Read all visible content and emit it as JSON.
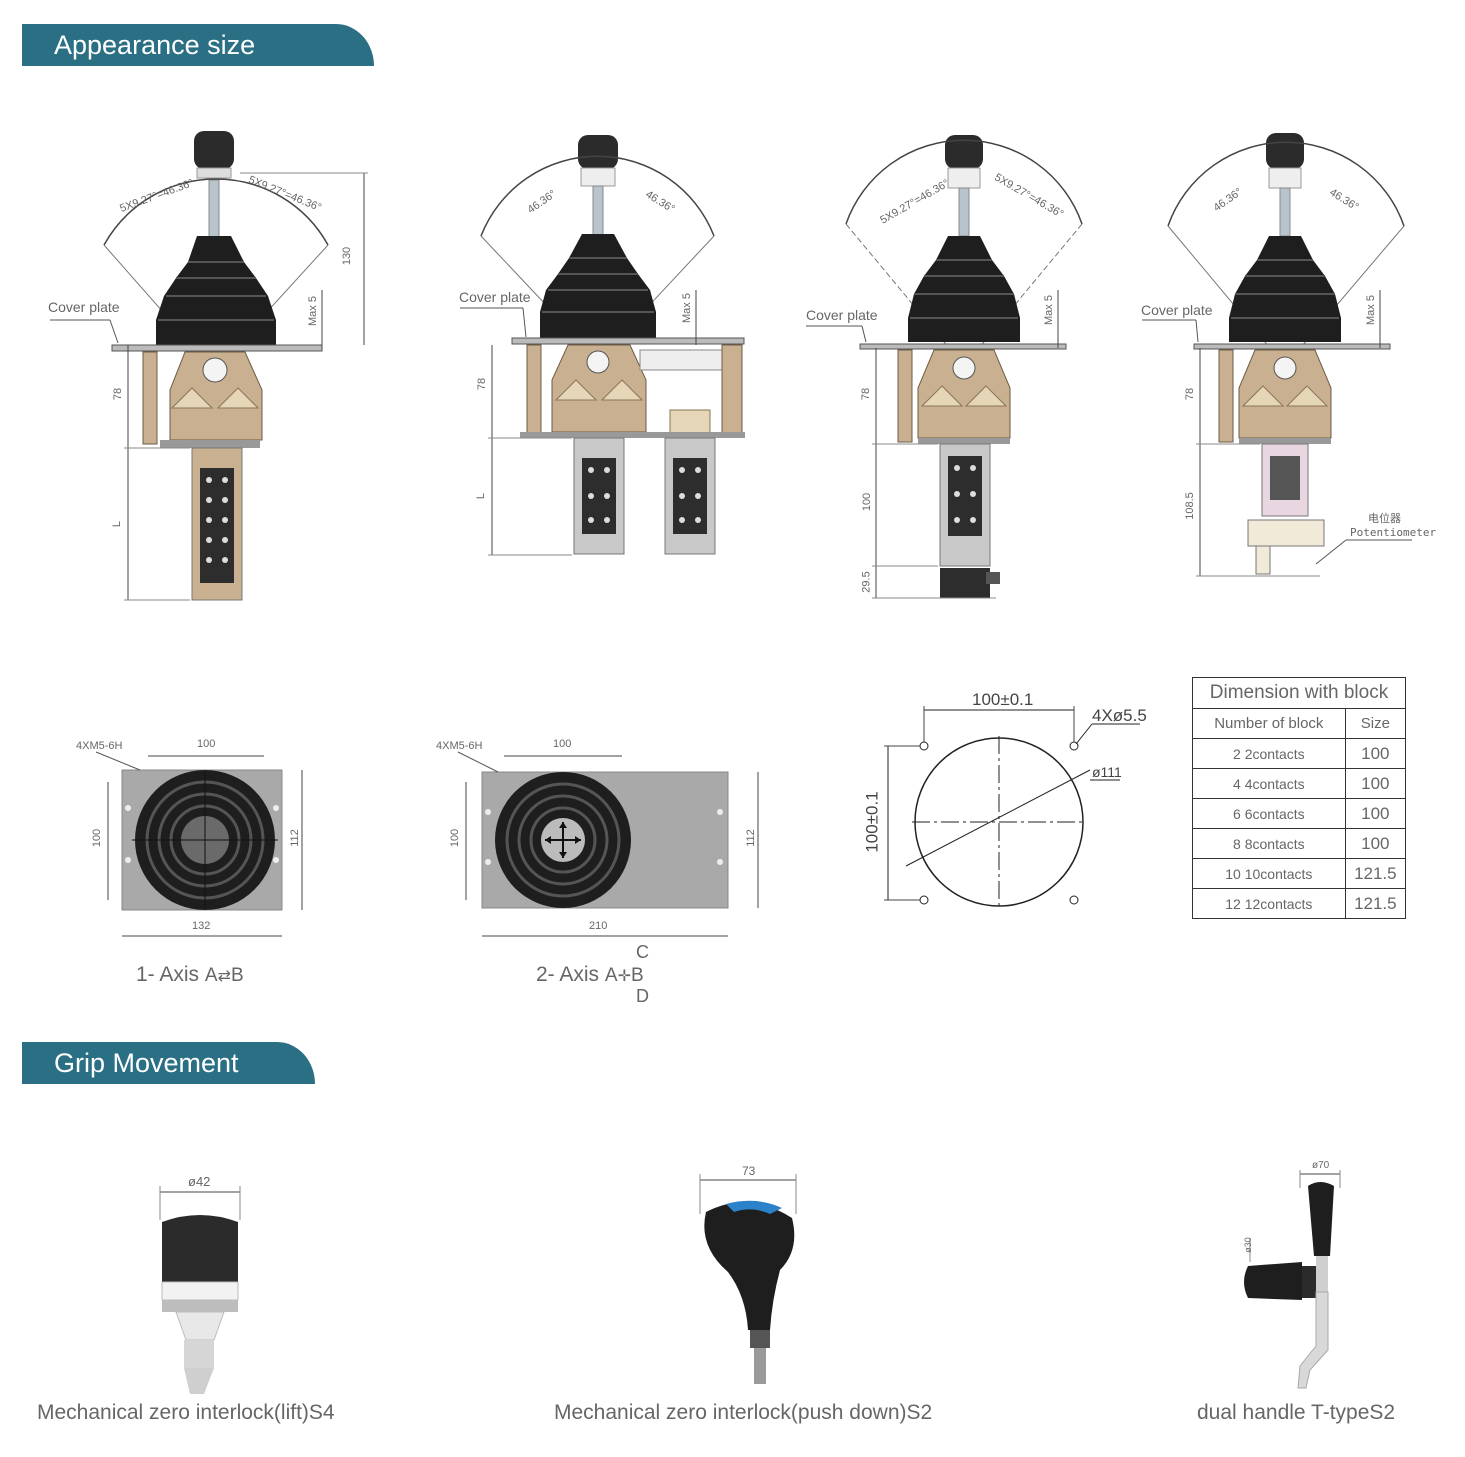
{
  "sections": {
    "appearance_title": "Appearance size",
    "grip_title": "Grip Movement"
  },
  "drawings": {
    "cover_plate": "Cover plate",
    "potentiometer_cn": "电位器",
    "potentiometer": "Potentiometer",
    "d1": {
      "angle_left": "5X9.27°=46.36°",
      "angle_right": "5X9.27°=46.36°",
      "h130": "130",
      "max5": "Max 5",
      "d78": "78",
      "dl": "L"
    },
    "d2": {
      "angle_left": "46.36°",
      "angle_right": "46.36°",
      "max5": "Max 5",
      "d78": "78",
      "dl": "L"
    },
    "d3": {
      "angle_left": "5X9.27°=46.36°",
      "angle_right": "5X9.27°=46.36°",
      "max5": "Max 5",
      "d78": "78",
      "d100": "100",
      "d29": "29.5"
    },
    "d4": {
      "angle_left": "46.36°",
      "angle_right": "46.36°",
      "max5": "Max 5",
      "d78": "78",
      "d108": "108.5"
    }
  },
  "plates": {
    "p1": {
      "screw": "4XM5-6H",
      "top": "100",
      "left": "100",
      "right": "112",
      "bottom": "132",
      "caption_prefix": "1- Axis",
      "axis_a": "A",
      "axis_b": "B"
    },
    "p2": {
      "screw": "4XM5-6H",
      "top": "100",
      "left": "100",
      "right": "112",
      "bottom": "210",
      "caption_prefix": "2- Axis",
      "axis_a": "A",
      "axis_b": "B",
      "axis_c": "C",
      "axis_d": "D"
    },
    "hole": {
      "top": "100±0.1",
      "left": "100±0.1",
      "holes": "4Xø5.5",
      "dia": "ø111"
    }
  },
  "dimension_table": {
    "title": "Dimension with block",
    "headers": [
      "Number of block",
      "Size"
    ],
    "rows": [
      [
        "2 2contacts",
        "100"
      ],
      [
        "4 4contacts",
        "100"
      ],
      [
        "6 6contacts",
        "100"
      ],
      [
        "8 8contacts",
        "100"
      ],
      [
        "10 10contacts",
        "121.5"
      ],
      [
        "12 12contacts",
        "121.5"
      ]
    ]
  },
  "grips": [
    {
      "dimension": "ø42",
      "caption": "Mechanical zero interlock(lift)S4"
    },
    {
      "dimension": "73",
      "caption": "Mechanical zero interlock(push down)S2"
    },
    {
      "dimension": "ø70",
      "dimension_side": "ø30",
      "caption": "dual handle T-typeS2"
    }
  ],
  "colors": {
    "tab": "#2a6f84",
    "bellows": "#1e1e1e",
    "bracket": "#c9b091",
    "block": "#c8c8c8",
    "plate": "#a9a9a9",
    "grip_blue": "#2b82c9"
  }
}
